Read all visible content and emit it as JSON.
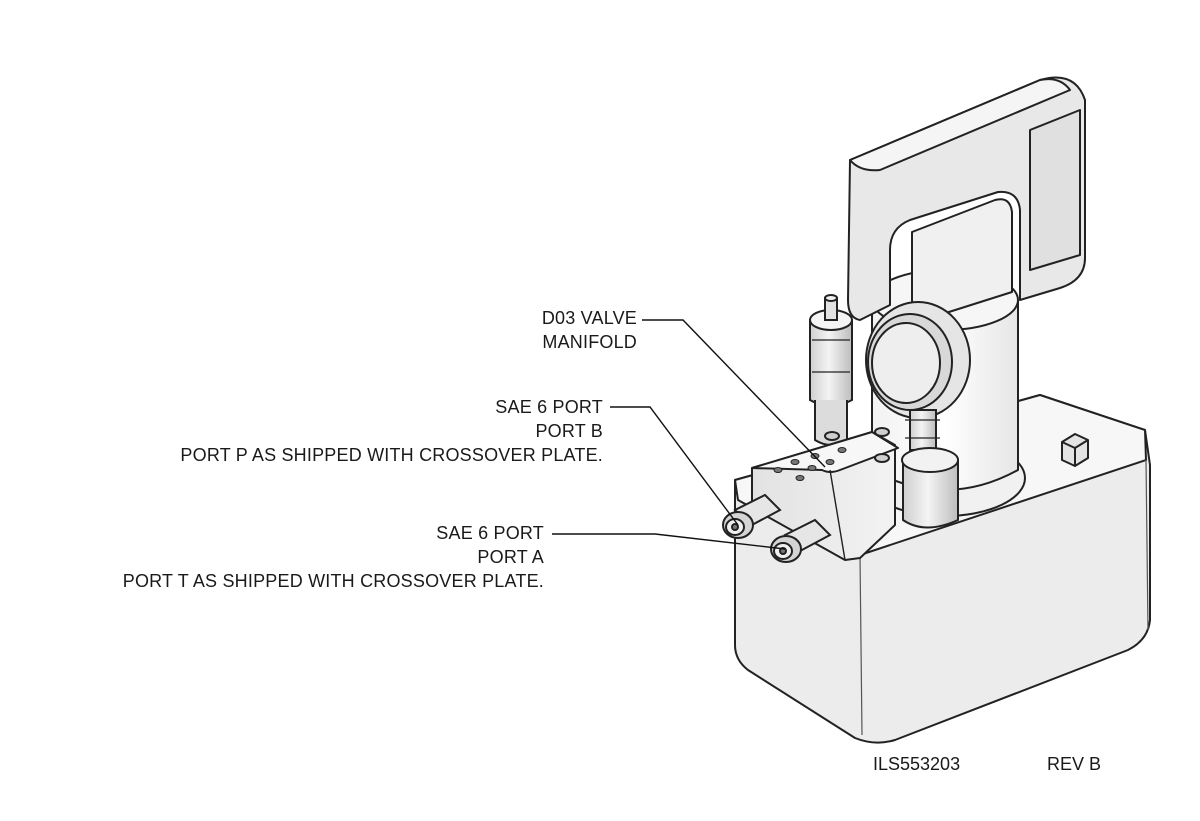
{
  "callouts": {
    "valve_manifold": {
      "line1": "D03 VALVE",
      "line2": "MANIFOLD"
    },
    "port_b": {
      "line1": "SAE 6 PORT",
      "line2": "PORT B",
      "line3": "PORT P AS SHIPPED WITH CROSSOVER PLATE."
    },
    "port_a": {
      "line1": "SAE 6 PORT",
      "line2": "PORT A",
      "line3": "PORT T AS SHIPPED WITH CROSSOVER PLATE."
    }
  },
  "footer": {
    "drawing_number": "ILS553203",
    "revision": "REV B"
  }
}
